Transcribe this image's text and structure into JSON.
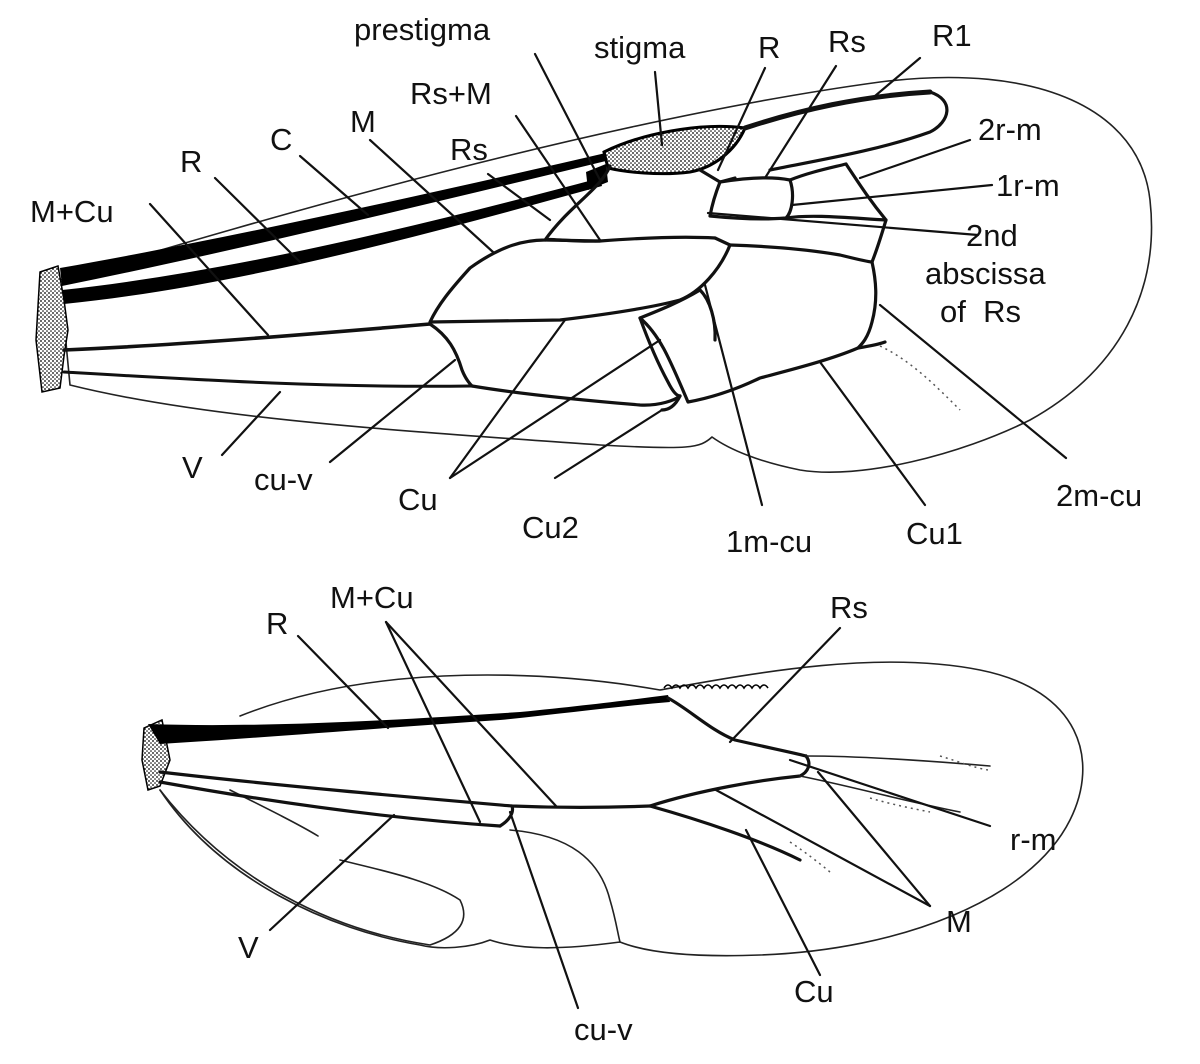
{
  "forewing": {
    "labels": {
      "prestigma": "prestigma",
      "stigma": "stigma",
      "r": "R",
      "rs_top": "Rs",
      "r1": "R1",
      "rs_m": "Rs+M",
      "m": "M",
      "rs_left": "Rs",
      "c": "C",
      "m_cu": "M+Cu",
      "r2m": "2r-m",
      "r1m": "1r-m",
      "abscissa_line1": "2nd",
      "abscissa_line2": "abscissa",
      "abscissa_line3": "of  Rs",
      "v": "V",
      "cu_v": "cu-v",
      "cu": "Cu",
      "cu2": "Cu2",
      "m1cu": "1m-cu",
      "cu1": "Cu1",
      "m2cu": "2m-cu"
    }
  },
  "hindwing": {
    "labels": {
      "r": "R",
      "m_cu": "M+Cu",
      "rs": "Rs",
      "rm": "r-m",
      "m": "M",
      "cu": "Cu",
      "v": "V",
      "cu_v": "cu-v"
    }
  }
}
